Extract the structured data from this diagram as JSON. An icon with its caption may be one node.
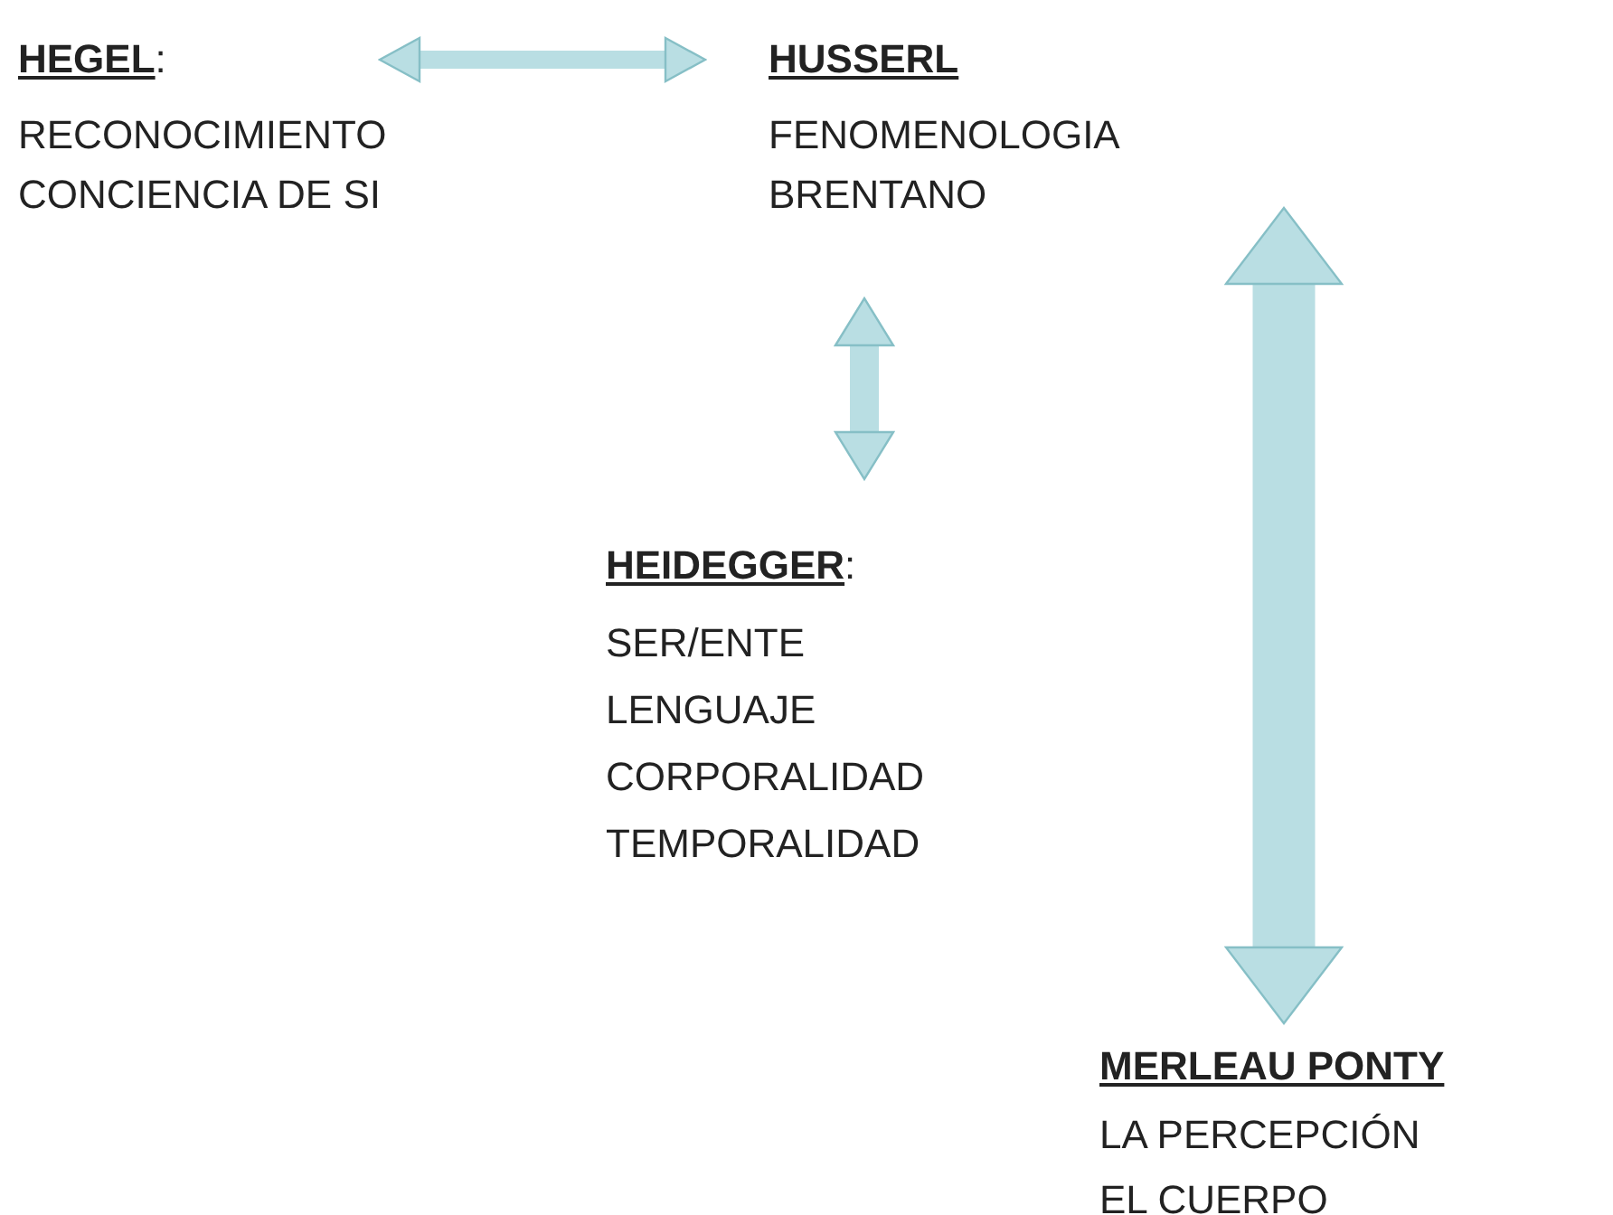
{
  "diagram": {
    "nodes": [
      {
        "text": [
          "**HEGEL**:",
          "RECONOCIMIENTO",
          "CONCIENCIA DE SI"
        ]
      },
      {
        "text": [
          "HUSSERL",
          "FENOMENOLOGIA",
          "BRENTANO"
        ]
      },
      {
        "text": [
          "**HEIDEGGER**:",
          "SER/ENTE",
          "LENGUAJE",
          "CORPORALIDAD",
          "TEMPORALIDAD"
        ]
      },
      {
        "text": [
          "MERLEAU PONTY",
          "LA PERCEPCIÓN",
          "EL CUERPO"
        ]
      }
    ],
    "edges": [
      {
        "from": 0,
        "to": 1,
        "arrow": "both"
      },
      {
        "from": 1,
        "to": 2,
        "arrow": "both"
      },
      {
        "from": 1,
        "to": 3,
        "arrow": "both",
        "style": "thick"
      }
    ]
  }
}
